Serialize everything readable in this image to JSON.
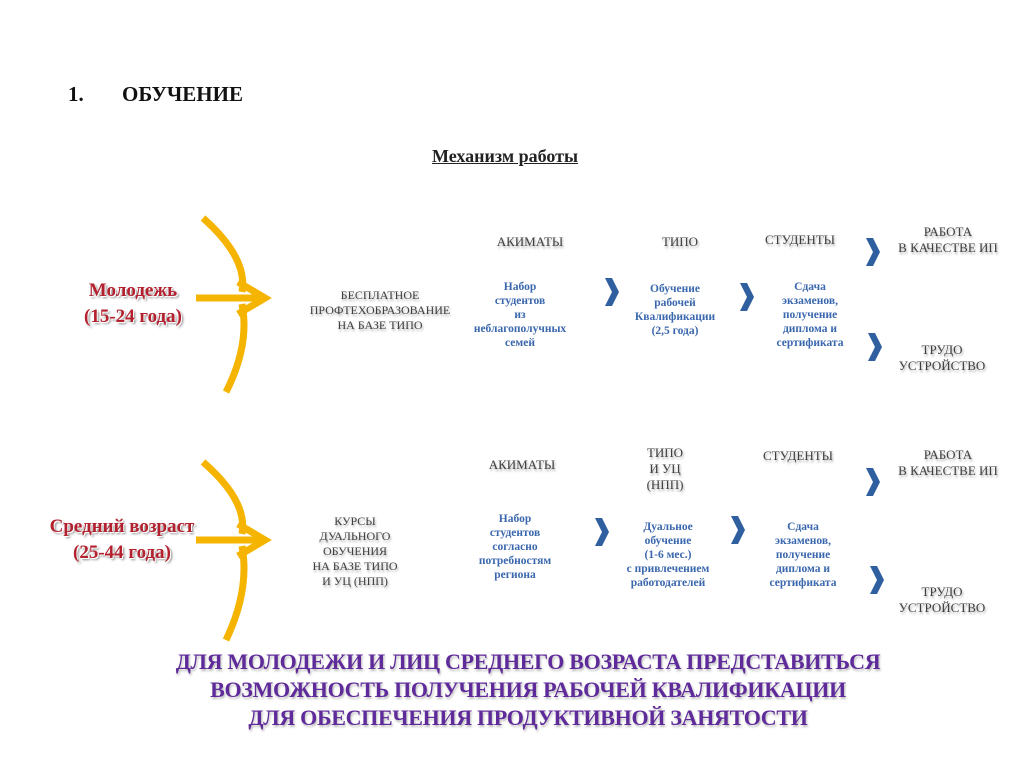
{
  "heading": {
    "number": "1.",
    "title": "ОБУЧЕНИЕ"
  },
  "subtitle": "Механизм работы",
  "rows": [
    {
      "group": [
        "Молодежь",
        "(15-24 года)"
      ],
      "program": [
        "БЕСПЛАТНОЕ",
        "ПРОФТЕХОБРАЗОВАНИЕ",
        "НА БАЗЕ ТИПО"
      ],
      "step1_header": [
        "АКИМАТЫ"
      ],
      "step1": [
        "Набор",
        "студентов",
        "из",
        "неблагополучных",
        "семей"
      ],
      "step2_header": [
        "ТИПО"
      ],
      "step2": [
        "Обучение",
        "рабочей",
        "Квалификации",
        "(2,5 года)"
      ],
      "step3_header": [
        "СТУДЕНТЫ"
      ],
      "step3": [
        "Сдача",
        "экзаменов,",
        "получение",
        "диплома и",
        "сертификата"
      ],
      "outcome1": [
        "РАБОТА",
        "В КАЧЕСТВЕ ИП"
      ],
      "outcome2": [
        "ТРУДО",
        "УСТРОЙСТВО"
      ]
    },
    {
      "group": [
        "Средний возраст",
        "(25-44 года)"
      ],
      "program": [
        "КУРСЫ",
        "ДУАЛЬНОГО",
        "ОБУЧЕНИЯ",
        "НА БАЗЕ ТИПО",
        "И УЦ (НПП)"
      ],
      "step1_header": [
        "АКИМАТЫ"
      ],
      "step1": [
        "Набор",
        "студентов",
        "согласно",
        "потребностям",
        "региона"
      ],
      "step2_header": [
        "ТИПО",
        "И УЦ",
        "(НПП)"
      ],
      "step2": [
        "Дуальное",
        "обучение",
        "(1-6 мес.)",
        "с привлечением",
        "работодателей"
      ],
      "step3_header": [
        "СТУДЕНТЫ"
      ],
      "step3": [
        "Сдача",
        "экзаменов,",
        "получение",
        "диплома и",
        "сертификата"
      ],
      "outcome1": [
        "РАБОТА",
        "В КАЧЕСТВЕ ИП"
      ],
      "outcome2": [
        "ТРУДО",
        "УСТРОЙСТВО"
      ]
    }
  ],
  "conclusion": [
    "ДЛЯ МОЛОДЕЖИ  И ЛИЦ СРЕДНЕГО ВОЗРАСТА ПРЕДСТАВИТЬСЯ",
    "ВОЗМОЖНОСТЬ ПОЛУЧЕНИЯ РАБОЧЕЙ КВАЛИФИКАЦИИ",
    "ДЛЯ ОБЕСПЕЧЕНИЯ ПРОДУКТИВНОЙ ЗАНЯТОСТИ"
  ],
  "colors": {
    "arrow": "#f5b400",
    "chevron": "#2f5f9e",
    "group": "#b3212f",
    "step": "#3a67ad",
    "conclusion": "#5f2b9a"
  }
}
